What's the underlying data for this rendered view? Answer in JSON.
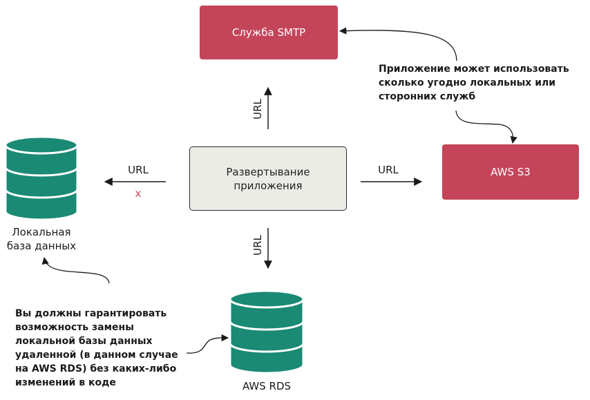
{
  "nodes": {
    "smtp": "Служба SMTP",
    "s3": "AWS S3",
    "app": "Развертывание приложения",
    "local_db": "Локальная база данных",
    "rds": "AWS RDS"
  },
  "edges": {
    "up_label": "URL",
    "down_label": "URL",
    "left_label": "URL",
    "left_mark": "x",
    "right_label": "URL"
  },
  "notes": {
    "top_right": "Приложение может использовать сколько угодно локальных или сторонних служб",
    "bottom_left": "Вы должны гарантировать возможность замены локальной базы данных удаленной (в данном случае на AWS RDS) без каких-либо изменений в коде"
  },
  "colors": {
    "service_box": "#c4455a",
    "app_box": "#ecece6",
    "database": "#1a8a74"
  }
}
